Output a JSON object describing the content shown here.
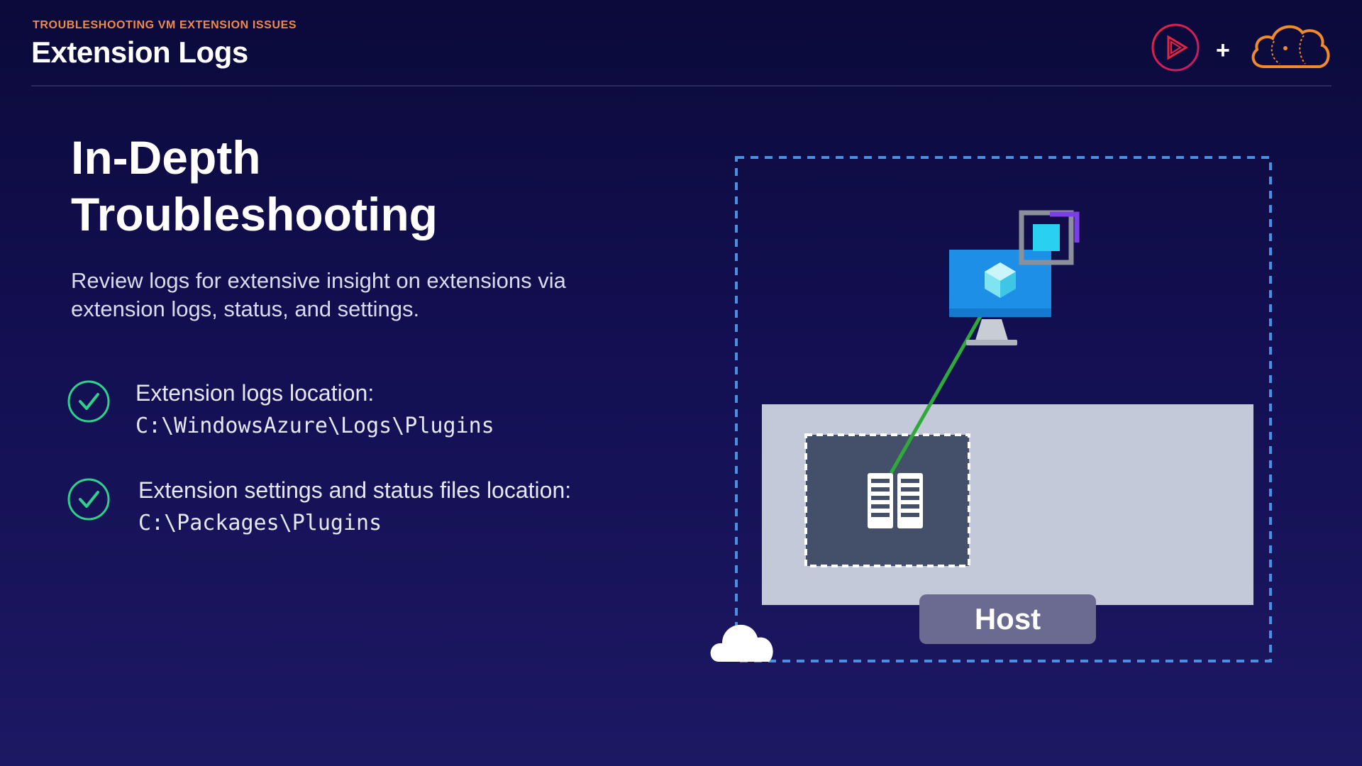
{
  "header": {
    "kicker": "TROUBLESHOOTING VM EXTENSION ISSUES",
    "title": "Extension Logs"
  },
  "content": {
    "headline_line1": "In-Depth",
    "headline_line2": "Troubleshooting",
    "intro_line1": "Review logs for extensive insight on extensions via",
    "intro_line2": "extension logs, status, and settings.",
    "bullets": [
      {
        "label": "Extension logs location:",
        "path": "C:\\WindowsAzure\\Logs\\Plugins"
      },
      {
        "label": "Extension settings and status files location:",
        "path": "C:\\Packages\\Plugins"
      }
    ]
  },
  "diagram": {
    "host_label": "Host"
  },
  "colors": {
    "accent_orange": "#f08a4b",
    "check_green": "#2fd18a",
    "dashed_blue": "#4a90e2",
    "host_panel": "#c3c9d8",
    "server_box": "#44506a",
    "link_green": "#2faa3a",
    "logo_red": "#e0245e"
  },
  "icons": [
    "play-logo-icon",
    "cloud-logo-icon",
    "check-icon",
    "vm-monitor-icon",
    "server-rack-icon",
    "cloud-icon"
  ]
}
